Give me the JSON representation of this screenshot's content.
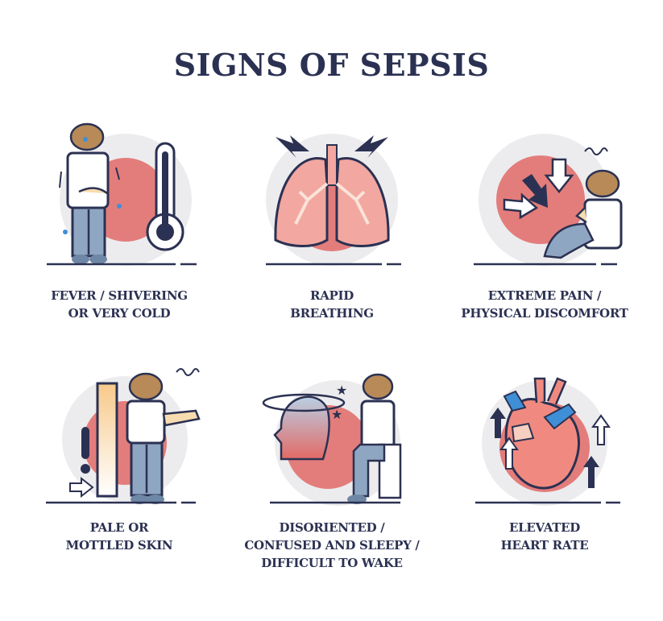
{
  "title": "SIGNS OF SEPSIS",
  "colors": {
    "navy": "#2b3152",
    "red": "#e26a66",
    "pink": "#f2a7a0",
    "grey_circle": "#ececee",
    "skin": "#f7dcb0",
    "hair": "#b88a58",
    "jeans": "#8fa6c2",
    "blue_vessel": "#3f8fd6"
  },
  "signs": [
    {
      "icon": "fever-thermometer-icon",
      "lines": [
        "FEVER / SHIVERING",
        "OR VERY COLD"
      ]
    },
    {
      "icon": "lungs-icon",
      "lines": [
        "RAPID",
        "BREATHING"
      ]
    },
    {
      "icon": "pain-arrows-icon",
      "lines": [
        "EXTREME PAIN /",
        "PHYSICAL DISCOMFORT"
      ]
    },
    {
      "icon": "pale-skin-gradient-icon",
      "lines": [
        "PALE OR",
        "MOTTLED SKIN"
      ]
    },
    {
      "icon": "disoriented-head-icon",
      "lines": [
        "DISORIENTED /",
        "CONFUSED AND SLEEPY /",
        "DIFFICULT TO WAKE"
      ]
    },
    {
      "icon": "heart-rate-icon",
      "lines": [
        "ELEVATED",
        "HEART RATE"
      ]
    }
  ]
}
